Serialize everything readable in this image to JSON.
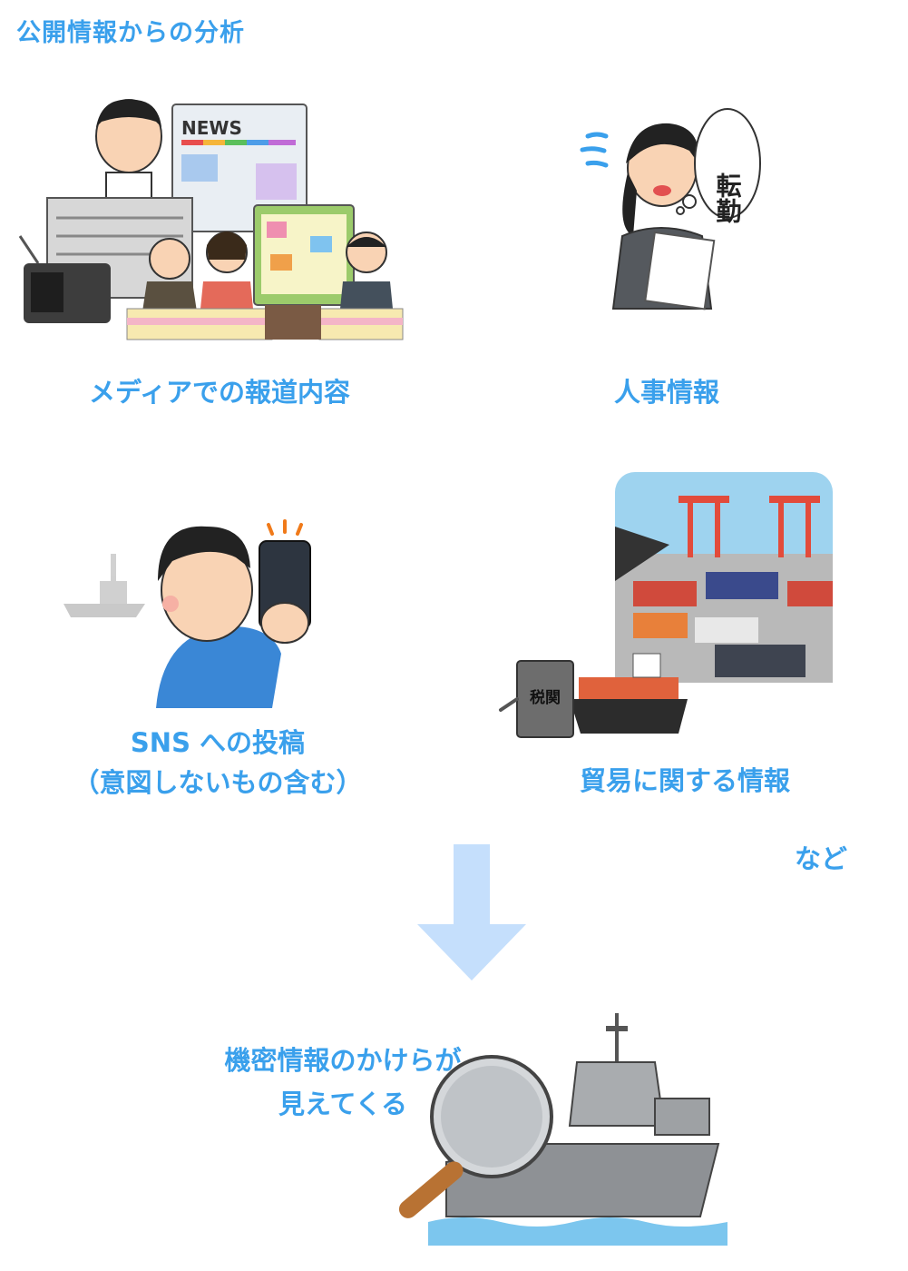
{
  "title": "公開情報からの分析",
  "items": [
    {
      "caption": "メディアでの報道内容",
      "illustration": "news-media-icon"
    },
    {
      "caption": "人事情報",
      "illustration": "transfer-notice-icon",
      "bubble_text": "転勤"
    },
    {
      "caption_line1": "SNS への投稿",
      "caption_line2": "（意図しないもの含む）",
      "illustration": "sns-post-icon"
    },
    {
      "caption": "貿易に関する情報",
      "illustration": "port-customs-icon",
      "customs_label": "税関"
    }
  ],
  "media_illustration": {
    "newspaper_header": "NEWS"
  },
  "etc_label": "など",
  "result": {
    "line1": "機密情報のかけらが",
    "line2": "見えてくる",
    "illustration": "warship-magnifier-icon"
  },
  "colors": {
    "accent": "#3aa0ec",
    "arrow": "#c5dffc"
  }
}
